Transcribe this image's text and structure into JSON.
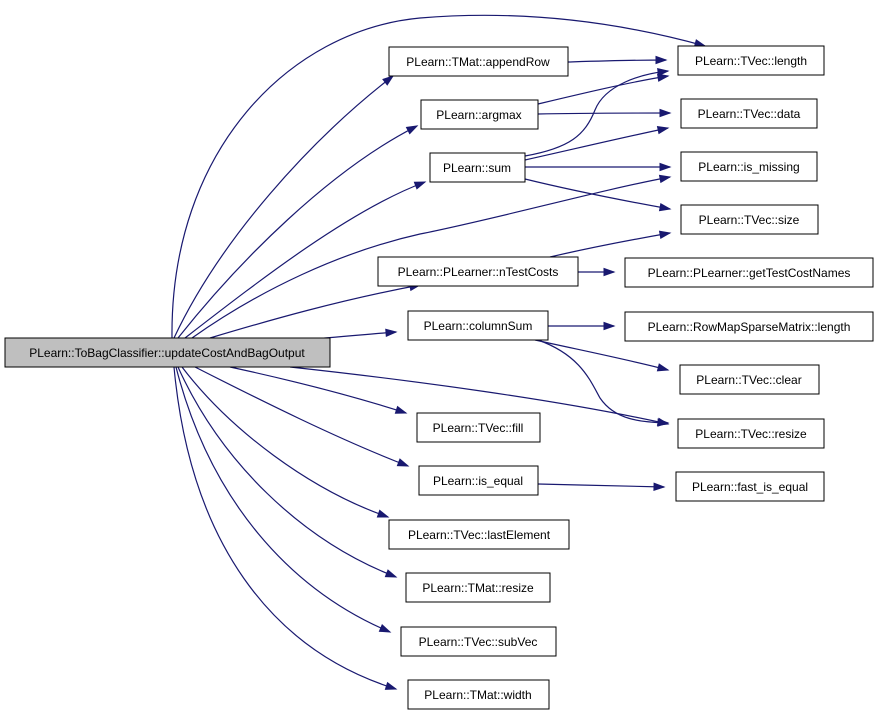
{
  "nodes": [
    {
      "id": "root",
      "label": "PLearn::ToBagClassifier::updateCostAndBagOutput"
    },
    {
      "id": "appendRow",
      "label": "PLearn::TMat::appendRow"
    },
    {
      "id": "argmax",
      "label": "PLearn::argmax"
    },
    {
      "id": "sum",
      "label": "PLearn::sum"
    },
    {
      "id": "nTestCosts",
      "label": "PLearn::PLearner::nTestCosts"
    },
    {
      "id": "columnSum",
      "label": "PLearn::columnSum"
    },
    {
      "id": "fill",
      "label": "PLearn::TVec::fill"
    },
    {
      "id": "is_equal",
      "label": "PLearn::is_equal"
    },
    {
      "id": "lastElement",
      "label": "PLearn::TVec::lastElement"
    },
    {
      "id": "tmatResize",
      "label": "PLearn::TMat::resize"
    },
    {
      "id": "subVec",
      "label": "PLearn::TVec::subVec"
    },
    {
      "id": "width",
      "label": "PLearn::TMat::width"
    },
    {
      "id": "length",
      "label": "PLearn::TVec::length"
    },
    {
      "id": "data",
      "label": "PLearn::TVec::data"
    },
    {
      "id": "is_missing",
      "label": "PLearn::is_missing"
    },
    {
      "id": "size",
      "label": "PLearn::TVec::size"
    },
    {
      "id": "getTestCostNames",
      "label": "PLearn::PLearner::getTestCostNames"
    },
    {
      "id": "rmLength",
      "label": "PLearn::RowMapSparseMatrix::length"
    },
    {
      "id": "clear",
      "label": "PLearn::TVec::clear"
    },
    {
      "id": "tvecResize",
      "label": "PLearn::TVec::resize"
    },
    {
      "id": "fast_is_equal",
      "label": "PLearn::fast_is_equal"
    }
  ],
  "edges": [
    [
      "root",
      "length"
    ],
    [
      "root",
      "appendRow"
    ],
    [
      "root",
      "argmax"
    ],
    [
      "root",
      "sum"
    ],
    [
      "root",
      "is_missing"
    ],
    [
      "root",
      "nTestCosts"
    ],
    [
      "root",
      "columnSum"
    ],
    [
      "root",
      "tvecResize"
    ],
    [
      "root",
      "fill"
    ],
    [
      "root",
      "is_equal"
    ],
    [
      "root",
      "lastElement"
    ],
    [
      "root",
      "tmatResize"
    ],
    [
      "root",
      "subVec"
    ],
    [
      "root",
      "width"
    ],
    [
      "appendRow",
      "length"
    ],
    [
      "argmax",
      "length"
    ],
    [
      "argmax",
      "data"
    ],
    [
      "sum",
      "length"
    ],
    [
      "sum",
      "data"
    ],
    [
      "sum",
      "is_missing"
    ],
    [
      "sum",
      "size"
    ],
    [
      "nTestCosts",
      "size"
    ],
    [
      "nTestCosts",
      "getTestCostNames"
    ],
    [
      "columnSum",
      "rmLength"
    ],
    [
      "columnSum",
      "clear"
    ],
    [
      "columnSum",
      "tvecResize"
    ],
    [
      "is_equal",
      "fast_is_equal"
    ]
  ]
}
